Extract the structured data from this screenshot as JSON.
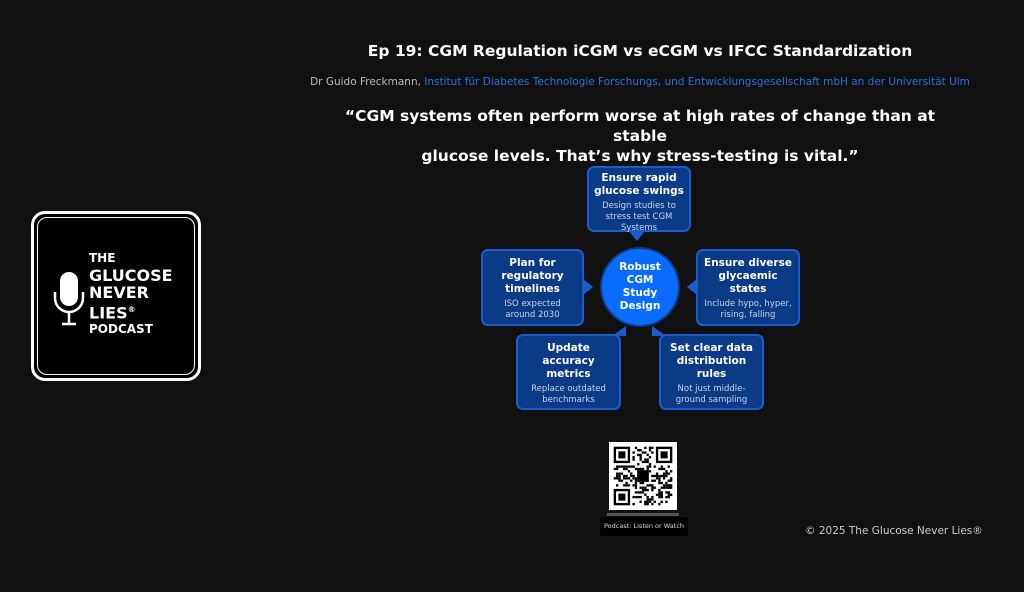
{
  "header": {
    "title": "Ep 19: CGM Regulation iCGM vs eCGM vs IFCC Standardization",
    "speaker": "Dr Guido Freckmann,",
    "institution": "Institut für Diabetes Technologie Forschungs, und Entwicklungsgesellschaft mbH an der Universität Ulm"
  },
  "quote": {
    "line1": "“CGM systems often perform worse at high rates of change than at stable",
    "line2": "glucose levels. That’s why stress-testing is vital.”"
  },
  "diagram": {
    "center": [
      "Robust",
      "CGM",
      "Study",
      "Design"
    ],
    "boxes": [
      {
        "title": "Ensure rapid glucose swings",
        "desc": "Design studies to stress test CGM Systems"
      },
      {
        "title": "Plan for regulatory timelines",
        "desc": "ISO expected around 2030"
      },
      {
        "title": "Ensure diverse glycaemic states",
        "desc": "Include hypo, hyper, rising, falling"
      },
      {
        "title": "Update accuracy metrics",
        "desc": "Replace outdated benchmarks"
      },
      {
        "title": "Set clear data distribution rules",
        "desc": "Not just middle-ground sampling"
      }
    ]
  },
  "logo": {
    "line1": "THE",
    "line2": "GLUCOSE",
    "line3": "NEVER",
    "line4": "LIES",
    "reg": "®",
    "line5": "PODCAST"
  },
  "qr": {
    "label": "Podcast: Listen or Watch"
  },
  "footer": {
    "copyright": "© 2025 The Glucose Never Lies®"
  },
  "colors": {
    "background": "#111111",
    "box": "#0b3a86",
    "border": "#1d5ccc",
    "center": "#0a6cff",
    "link": "#2a6fe0"
  }
}
